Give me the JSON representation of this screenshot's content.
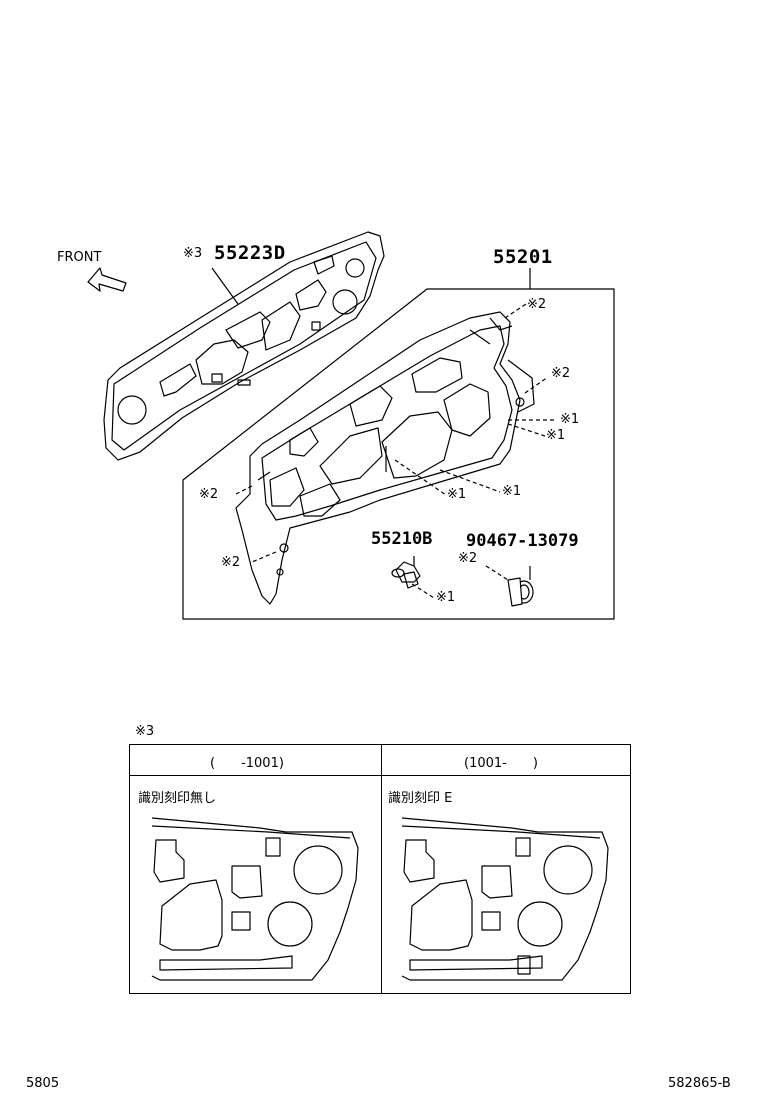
{
  "front_label": "FRONT",
  "parts": {
    "insulator": {
      "mark": "※3",
      "number": "55223D"
    },
    "panel": {
      "number": "55201"
    },
    "clip": {
      "number": "55210B"
    },
    "bolt": {
      "number": "90467-13079"
    }
  },
  "callouts": {
    "c1": "※2",
    "c2": "※2",
    "c3": "※1",
    "c4": "※1",
    "c5": "※2",
    "c6": "※1",
    "c7": "※1",
    "c8": "※2",
    "c9": "※1",
    "c10": "※2"
  },
  "note": {
    "mark": "※3",
    "col1_header": "(　　-1001)",
    "col2_header": "(1001-　　)",
    "col1_caption": "識別刻印無し",
    "col2_caption": "識別刻印 E",
    "emboss_letter": "E"
  },
  "footer": {
    "left": "5805",
    "right": "582865-B"
  }
}
